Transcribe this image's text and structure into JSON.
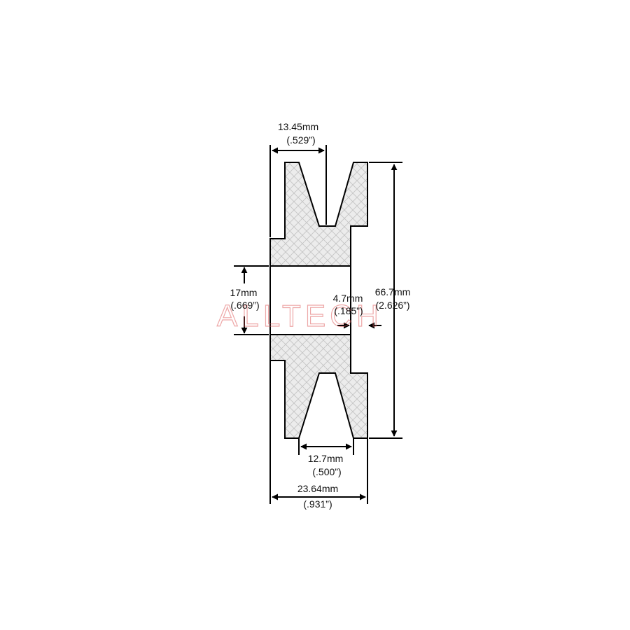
{
  "drawing": {
    "watermark": "ALLTECH",
    "colors": {
      "outline": "#000000",
      "fill": "#ececec",
      "hatch": "#c4c4c4",
      "watermark_red": "#e06060",
      "watermark_gray": "#9a9a9a"
    },
    "dimensions": {
      "groove_top": {
        "mm": "13.45mm",
        "inch": "(.529”)"
      },
      "bore": {
        "mm": "17mm",
        "inch": "(.669”)"
      },
      "hub_step": {
        "mm": "4.7mm",
        "inch": "(.185”)"
      },
      "outer_diameter": {
        "mm": "66.7mm",
        "inch": "(2.626”)"
      },
      "groove_bottom": {
        "mm": "12.7mm",
        "inch": "(.500”)"
      },
      "overall_width": {
        "mm": "23.64mm",
        "inch": "(.931”)"
      }
    }
  }
}
